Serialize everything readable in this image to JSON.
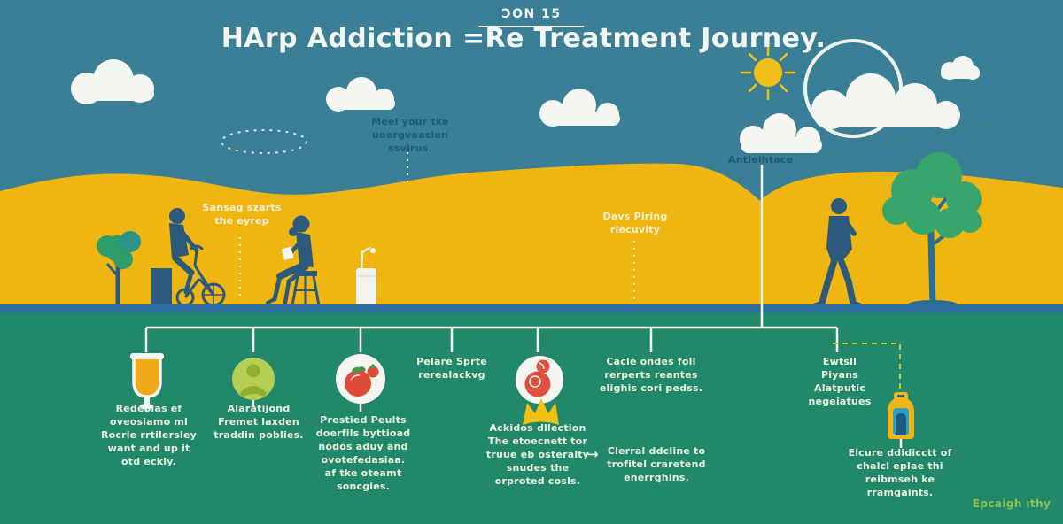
{
  "header": {
    "badge": "ƆON 15",
    "title": "HArp Addiction =Re Treatment Journey."
  },
  "scene": {
    "sky_note": "Meel your tke\nuoergveacien\nssvirus.",
    "cloud_label": "Antleihtace",
    "hill_note_left": "Sansag szarts\nthe eyrep",
    "hill_note_right": "Davs Piring\nriecuvity"
  },
  "timeline": {
    "steps": [
      {
        "icon": "juice-glass-icon",
        "text": "Redeolas ef\noveosiamo ml\nRocrie rrtilersley\nwant and up it\notd eckly."
      },
      {
        "icon": "person-circle-icon",
        "text": "Alaratijond\nFremet laxden\ntraddin poblies."
      },
      {
        "icon": "tomato-icon",
        "text": "Prestied Peults\ndoerfils byttioad\nnodos aduy and\novotefedasiaa.\naf tke oteamt\nsoncgies."
      },
      {
        "icon": "none",
        "text": "Pelare Sprte\nrerealackvg"
      },
      {
        "icon": "red-figure-crown-icon",
        "text": "Ackidos dllection\nThe etoecnett tor\ntruue eb osteralty\nsnudes the\norproted cosls."
      },
      {
        "icon": "none",
        "text": "Cacle ondes foll\nrerperts reantes\nelighis cori pedss."
      },
      {
        "icon": "none",
        "text": "Ewtsll\nPiyans\nAlatputic\nnegeiatues"
      },
      {
        "icon": "bottle-icon",
        "text": "Elcure ddidicctt of\nchalcl eplae thi\nreibmseh ke\nrramgaints."
      }
    ],
    "side_note": {
      "arrow": "→",
      "text": "Clerral ddcline to\ntrofitel craretend\nenerrghins."
    }
  },
  "footer": {
    "credit": "Epcaigh ıthy"
  },
  "colors": {
    "sky": "#3b7f97",
    "hill": "#efb511",
    "ground_stripe": "#2d6e9e",
    "grass": "#21886c",
    "silhouette": "#2b5a7c",
    "cloud": "#f4f6f2",
    "sun": "#f0c018",
    "dash_accent": "#b9cf3a",
    "text_dark": "#1d5a70",
    "text_cream": "#f7f0d8",
    "text_light": "#e9f0df",
    "credit_green": "#8cc24f",
    "juice_orange": "#f2a918",
    "circle_green": "#b5cc55",
    "tomato_red": "#de4a38",
    "crown_yellow": "#f1c013",
    "bottle_yellow": "#f0b616",
    "label_blue": "#2ba0c6"
  }
}
